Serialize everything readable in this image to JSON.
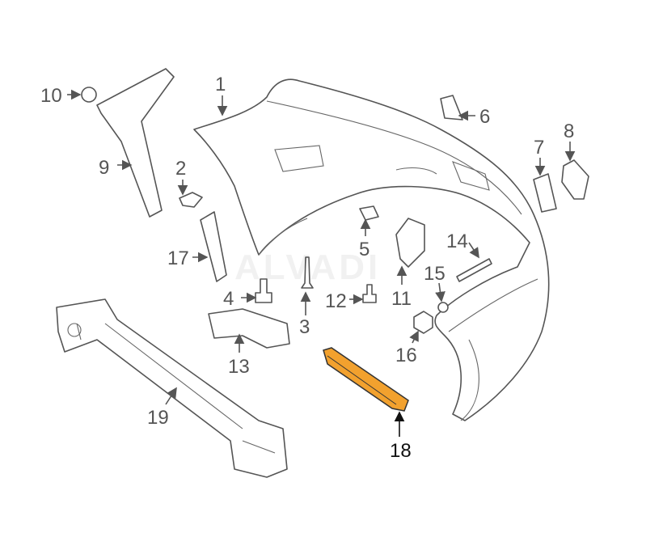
{
  "diagram": {
    "title": "Rear bumper assembly parts diagram",
    "watermark": "ALVADI",
    "highlight_color": "#f2a12e",
    "highlighted_part": "18",
    "callouts": [
      "1",
      "2",
      "3",
      "4",
      "5",
      "6",
      "7",
      "8",
      "9",
      "10",
      "11",
      "12",
      "13",
      "14",
      "15",
      "16",
      "17",
      "18",
      "19"
    ]
  }
}
